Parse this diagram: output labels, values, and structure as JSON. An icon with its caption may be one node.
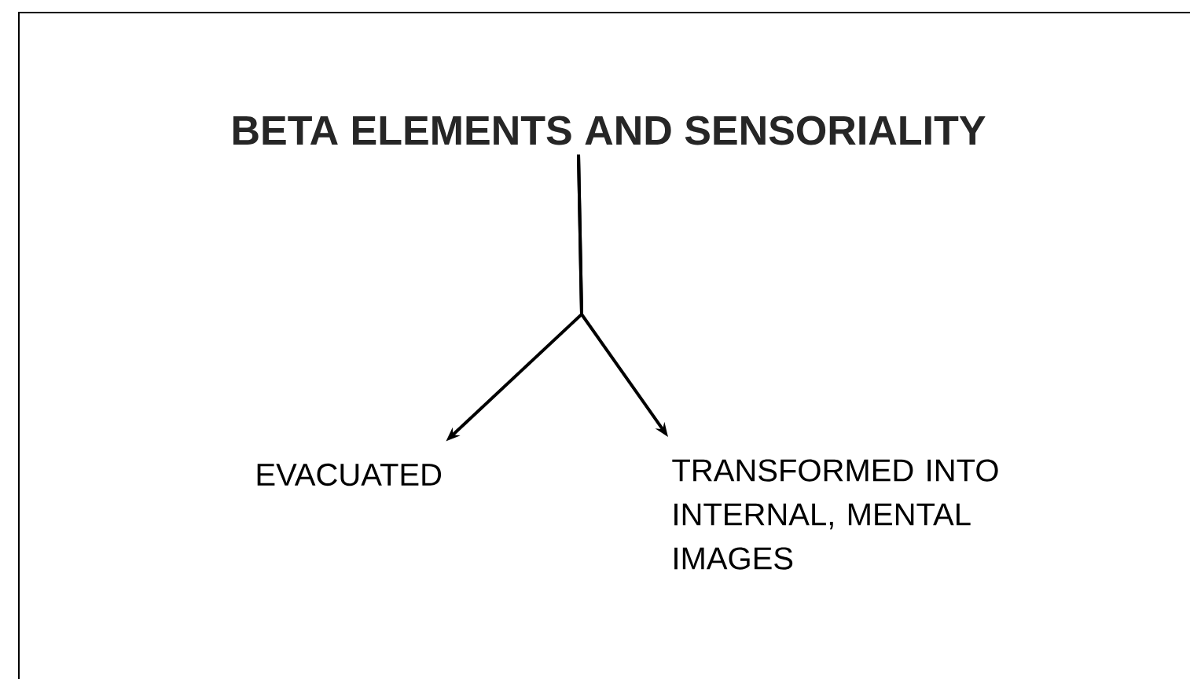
{
  "diagram": {
    "nodes": [
      {
        "text": [
          "BETA ELEMENTS AND SENSORIALITY"
        ]
      },
      {
        "text": [
          "EVACUATED"
        ]
      },
      {
        "text": [
          "TRANSFORMED INTO INTERNAL, MENTAL IMAGES"
        ]
      }
    ],
    "edges": [
      {
        "from": 0,
        "to": 1,
        "arrow": "to"
      },
      {
        "from": 0,
        "to": 2,
        "arrow": "to"
      }
    ]
  }
}
